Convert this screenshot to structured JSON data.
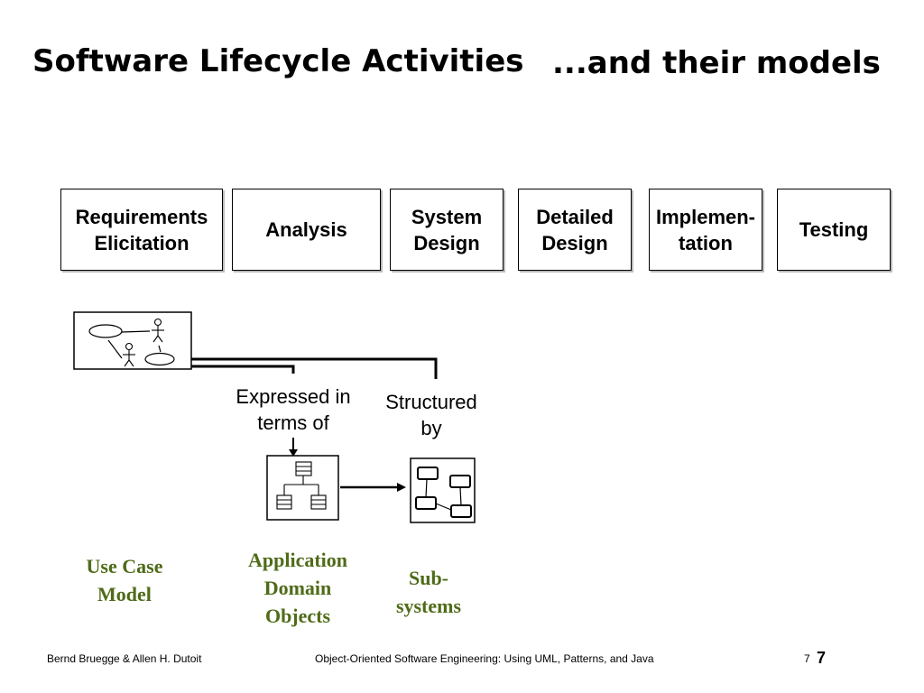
{
  "slide": {
    "title": "Software Lifecycle Activities",
    "title_suffix": "...and their models"
  },
  "activities": [
    {
      "label": "Requirements\nElicitation"
    },
    {
      "label": "Analysis"
    },
    {
      "label": "System\nDesign"
    },
    {
      "label": "Detailed\nDesign"
    },
    {
      "label": "Implemen-\ntation"
    },
    {
      "label": "Testing"
    }
  ],
  "relations": {
    "expressed": "Expressed in\nterms of",
    "structured": "Structured\nby"
  },
  "models": {
    "use_case": "Use Case\nModel",
    "domain_objects": "Application\nDomain\nObjects",
    "subsystems": "Sub-\nsystems"
  },
  "icons": {
    "use_case_diagram": "use-case-diagram-icon",
    "class_diagram": "class-diagram-icon",
    "subsystem_diagram": "subsystem-diagram-icon"
  },
  "colors": {
    "model_label": "#4f6b18"
  },
  "footer": {
    "authors": "Bernd Bruegge & Allen H. Dutoit",
    "book": "Object-Oriented Software Engineering: Using UML, Patterns, and Java",
    "page_small": "7",
    "page_large": "7"
  }
}
